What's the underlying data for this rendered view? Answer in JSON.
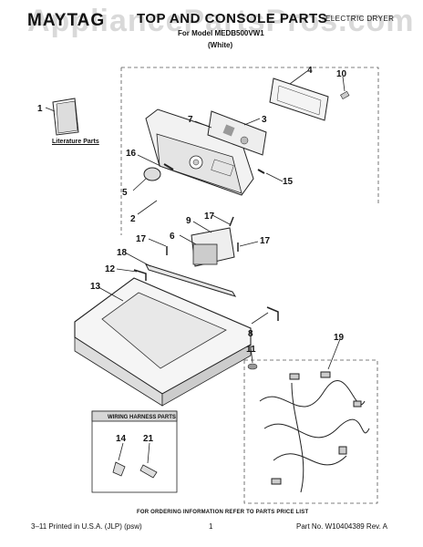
{
  "watermark": "AppliancePartsPros.com",
  "header": {
    "brand": "MAYTAG",
    "title": "TOP AND CONSOLE PARTS",
    "subtitle": "For Model MEDB500VW1",
    "variant": "(White)",
    "product": "ELECTRIC DRYER"
  },
  "literature_label": "Literature Parts",
  "wiring_harness_title": "WIRING HARNESS PARTS",
  "callouts": {
    "c1": "1",
    "c2": "2",
    "c3": "3",
    "c4": "4",
    "c5": "5",
    "c6": "6",
    "c7": "7",
    "c8": "8",
    "c9": "9",
    "c10": "10",
    "c11": "11",
    "c12": "12",
    "c13": "13",
    "c14": "14",
    "c15": "15",
    "c16": "16",
    "c17a": "17",
    "c17b": "17",
    "c17c": "17",
    "c18": "18",
    "c19": "19",
    "c21": "21"
  },
  "footer": {
    "order_note": "FOR ORDERING INFORMATION REFER TO PARTS PRICE LIST",
    "left": "3–11 Printed in U.S.A. (JLP) (psw)",
    "page": "1",
    "right": "Part No. W10404389 Rev. A"
  },
  "colors": {
    "line": "#222222",
    "dash": "#555555",
    "watermark": "#888888"
  }
}
